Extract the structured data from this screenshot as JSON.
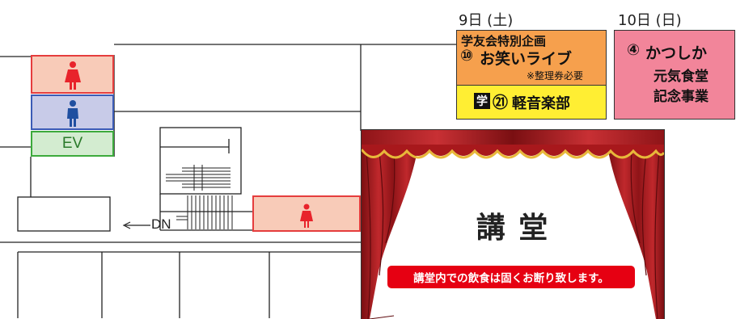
{
  "schedule": {
    "day1_label": "9日 (土)",
    "day2_label": "10日 (日)",
    "event1": {
      "line1": "学友会特別企画",
      "number": "⑩",
      "title": "お笑いライブ",
      "note": "※整理券必要",
      "color": "#f6a04d"
    },
    "event2": {
      "badge": "学",
      "number": "㉑",
      "title": "軽音楽部",
      "color": "#ffee33"
    },
    "event3": {
      "number": "④",
      "line1": "かつしか",
      "line2": "元気食堂",
      "line3": "記念事業",
      "color": "#f2859a"
    }
  },
  "floor": {
    "ev_label": "EV",
    "dn_label": "DN",
    "restroom_female_color": "#f8cbb8",
    "restroom_male_color": "#c8cbe8",
    "ev_color": "#d3ecd0"
  },
  "hall": {
    "title": "講 堂",
    "notice": "講堂内での飲食は固くお断り致します。",
    "curtain_color": "#a8181c",
    "notice_color": "#e60012"
  }
}
